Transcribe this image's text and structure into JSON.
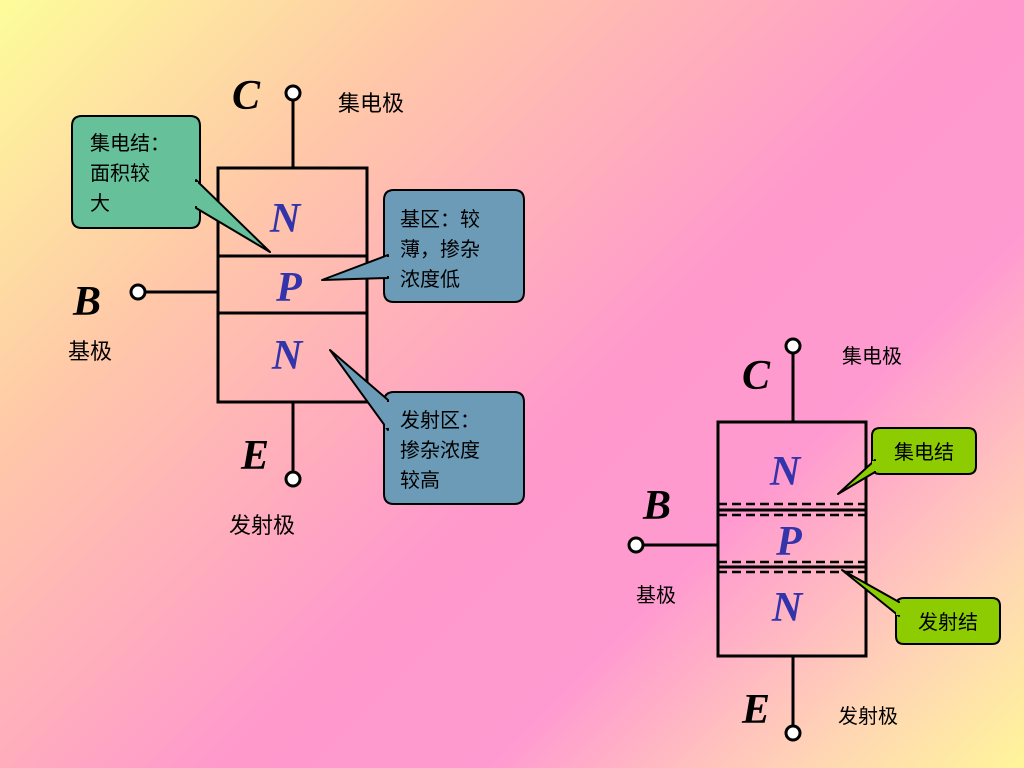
{
  "left": {
    "terminals": {
      "collector": "C",
      "base": "B",
      "emitter": "E"
    },
    "labels": {
      "collector": "集电极",
      "base": "基极",
      "emitter": "发射极"
    },
    "regions": {
      "top": "N",
      "middle": "P",
      "bottom": "N"
    },
    "callouts": {
      "collector_junction": [
        "集电结：",
        "面积较",
        "大"
      ],
      "base_region": [
        "基区：较",
        "薄，掺杂",
        "浓度低"
      ],
      "emitter_region": [
        "发射区：",
        "掺杂浓度",
        "较高"
      ]
    }
  },
  "right": {
    "terminals": {
      "collector": "C",
      "base": "B",
      "emitter": "E"
    },
    "labels": {
      "collector": "集电极",
      "base": "基极",
      "emitter": "发射极"
    },
    "regions": {
      "top": "N",
      "middle": "P",
      "bottom": "N"
    },
    "callouts": {
      "collector_junction": "集电结",
      "emitter_junction": "发射结"
    }
  },
  "colors": {
    "callout_green": "#66c09a",
    "callout_blue": "#6b9bb7",
    "callout_lime": "#8ccc00",
    "region_text": "#3333aa"
  }
}
